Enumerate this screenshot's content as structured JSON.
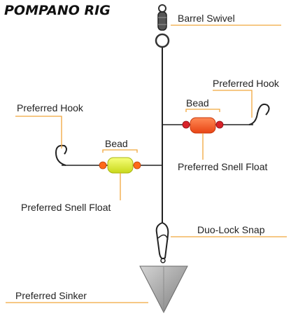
{
  "title": "POMPANO RIG",
  "labels": {
    "barrel_swivel": "Barrel Swivel",
    "hook_right": "Preferred Hook",
    "bead_right": "Bead",
    "float_right": "Preferred Snell Float",
    "hook_left": "Preferred Hook",
    "bead_left": "Bead",
    "float_left": "Preferred Snell Float",
    "snap": "Duo-Lock Snap",
    "sinker": "Preferred Sinker"
  },
  "colors": {
    "leader_line": "#f0a63c",
    "float_right": "#ff5a2a",
    "float_left": "#e6f230",
    "bead_right": "#d8232a",
    "bead_left": "#ff6a1a",
    "wire": "#222222"
  }
}
